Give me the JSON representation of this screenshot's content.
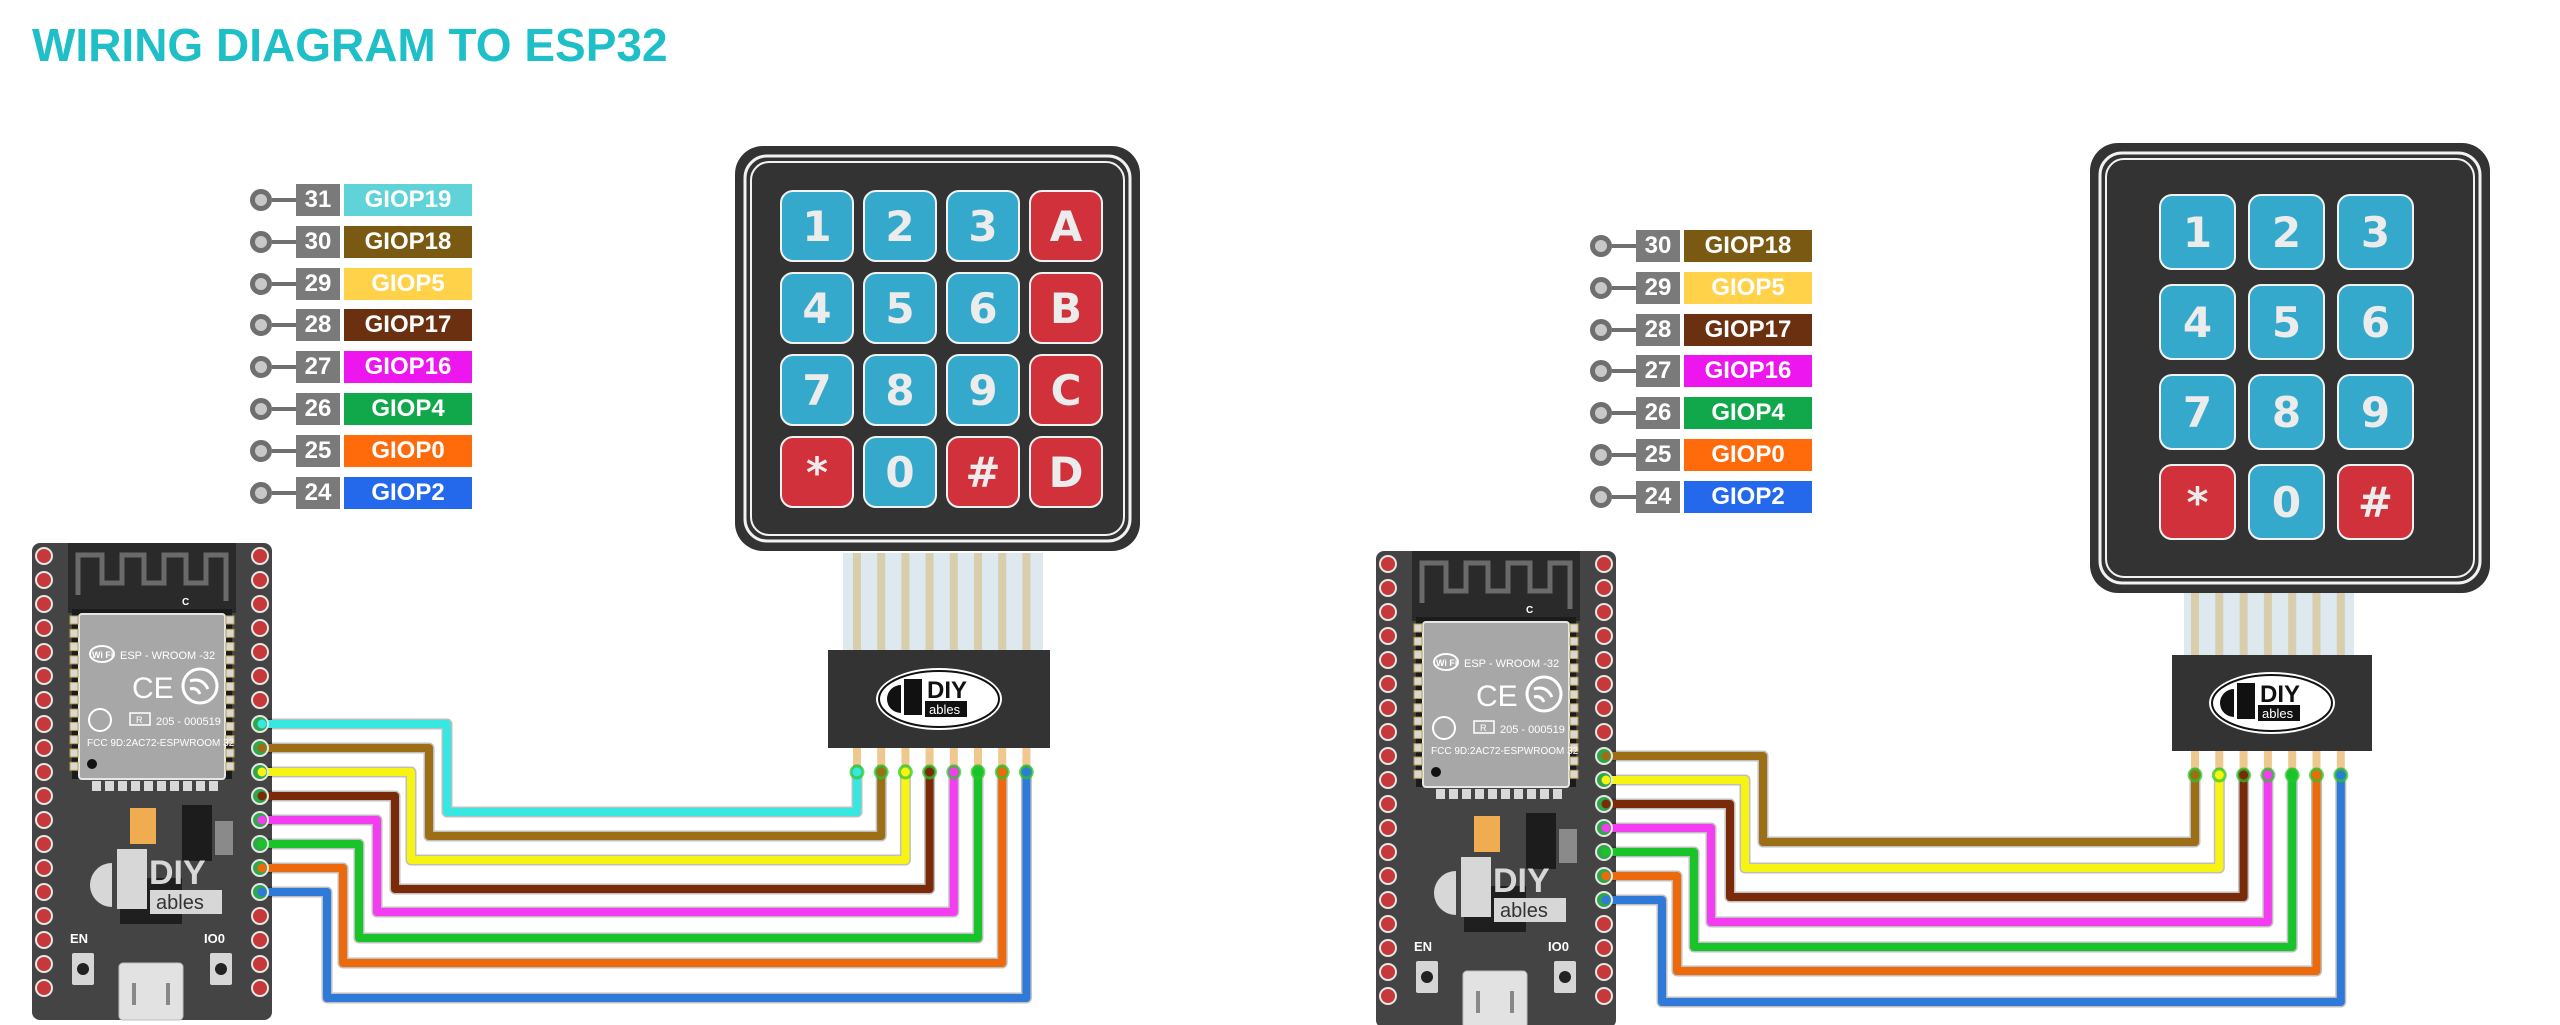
{
  "title": "WIRING DIAGRAM TO ESP32",
  "colors": {
    "title": "#1fbfc8",
    "key_blue": "#35a9cc",
    "key_red": "#d0313a",
    "keypad_body": "#333333",
    "board": "#444444"
  },
  "esp32": {
    "module_name": "ESP - WROOM -32",
    "cert_code": "205 - 000519",
    "fcc_id": "FCC 9D:2AC72-ESPWROOM 32",
    "en_label": "EN",
    "io0_label": "IO0",
    "antenna_label": "C",
    "wifi_label": "Wi Fi",
    "ce_label": "CE",
    "r_label": "R",
    "brand_top": "DIY",
    "brand_bottom": "ables"
  },
  "connector_brand": {
    "top": "DIY",
    "bottom": "ables"
  },
  "diagrams": [
    {
      "id": "keypad-4x4",
      "legend": [
        {
          "pin": "31",
          "gpio": "GIOP19",
          "color": "#5fd3d7"
        },
        {
          "pin": "30",
          "gpio": "GIOP18",
          "color": "#7a5a12"
        },
        {
          "pin": "29",
          "gpio": "GIOP5",
          "color": "#ffd24a"
        },
        {
          "pin": "28",
          "gpio": "GIOP17",
          "color": "#6b3010"
        },
        {
          "pin": "27",
          "gpio": "GIOP16",
          "color": "#ee16ee"
        },
        {
          "pin": "26",
          "gpio": "GIOP4",
          "color": "#10a84a"
        },
        {
          "pin": "25",
          "gpio": "GIOP0",
          "color": "#ff6a0a"
        },
        {
          "pin": "24",
          "gpio": "GIOP2",
          "color": "#2469ec"
        }
      ],
      "wires": [
        {
          "gpio": "GIOP19",
          "color": "#37e7e1"
        },
        {
          "gpio": "GIOP18",
          "color": "#9c6e16"
        },
        {
          "gpio": "GIOP5",
          "color": "#f7f312"
        },
        {
          "gpio": "GIOP17",
          "color": "#7a2a08"
        },
        {
          "gpio": "GIOP16",
          "color": "#f43cf0"
        },
        {
          "gpio": "GIOP4",
          "color": "#18c42a"
        },
        {
          "gpio": "GIOP0",
          "color": "#ec6a0c"
        },
        {
          "gpio": "GIOP2",
          "color": "#2f7ad8"
        }
      ],
      "keys": [
        [
          {
            "label": "1",
            "type": "blue"
          },
          {
            "label": "2",
            "type": "blue"
          },
          {
            "label": "3",
            "type": "blue"
          },
          {
            "label": "A",
            "type": "red"
          }
        ],
        [
          {
            "label": "4",
            "type": "blue"
          },
          {
            "label": "5",
            "type": "blue"
          },
          {
            "label": "6",
            "type": "blue"
          },
          {
            "label": "B",
            "type": "red"
          }
        ],
        [
          {
            "label": "7",
            "type": "blue"
          },
          {
            "label": "8",
            "type": "blue"
          },
          {
            "label": "9",
            "type": "blue"
          },
          {
            "label": "C",
            "type": "red"
          }
        ],
        [
          {
            "label": "*",
            "type": "red"
          },
          {
            "label": "0",
            "type": "blue"
          },
          {
            "label": "#",
            "type": "red"
          },
          {
            "label": "D",
            "type": "red"
          }
        ]
      ]
    },
    {
      "id": "keypad-3x4",
      "legend": [
        {
          "pin": "30",
          "gpio": "GIOP18",
          "color": "#7a5a12"
        },
        {
          "pin": "29",
          "gpio": "GIOP5",
          "color": "#ffd24a"
        },
        {
          "pin": "28",
          "gpio": "GIOP17",
          "color": "#6b3010"
        },
        {
          "pin": "27",
          "gpio": "GIOP16",
          "color": "#ee16ee"
        },
        {
          "pin": "26",
          "gpio": "GIOP4",
          "color": "#10a84a"
        },
        {
          "pin": "25",
          "gpio": "GIOP0",
          "color": "#ff6a0a"
        },
        {
          "pin": "24",
          "gpio": "GIOP2",
          "color": "#2469ec"
        }
      ],
      "wires": [
        {
          "gpio": "GIOP18",
          "color": "#9c6e16"
        },
        {
          "gpio": "GIOP5",
          "color": "#f7f312"
        },
        {
          "gpio": "GIOP17",
          "color": "#7a2a08"
        },
        {
          "gpio": "GIOP16",
          "color": "#f43cf0"
        },
        {
          "gpio": "GIOP4",
          "color": "#18c42a"
        },
        {
          "gpio": "GIOP0",
          "color": "#ec6a0c"
        },
        {
          "gpio": "GIOP2",
          "color": "#2f7ad8"
        }
      ],
      "keys": [
        [
          {
            "label": "1",
            "type": "blue"
          },
          {
            "label": "2",
            "type": "blue"
          },
          {
            "label": "3",
            "type": "blue"
          }
        ],
        [
          {
            "label": "4",
            "type": "blue"
          },
          {
            "label": "5",
            "type": "blue"
          },
          {
            "label": "6",
            "type": "blue"
          }
        ],
        [
          {
            "label": "7",
            "type": "blue"
          },
          {
            "label": "8",
            "type": "blue"
          },
          {
            "label": "9",
            "type": "blue"
          }
        ],
        [
          {
            "label": "*",
            "type": "red"
          },
          {
            "label": "0",
            "type": "blue"
          },
          {
            "label": "#",
            "type": "red"
          }
        ]
      ]
    }
  ]
}
